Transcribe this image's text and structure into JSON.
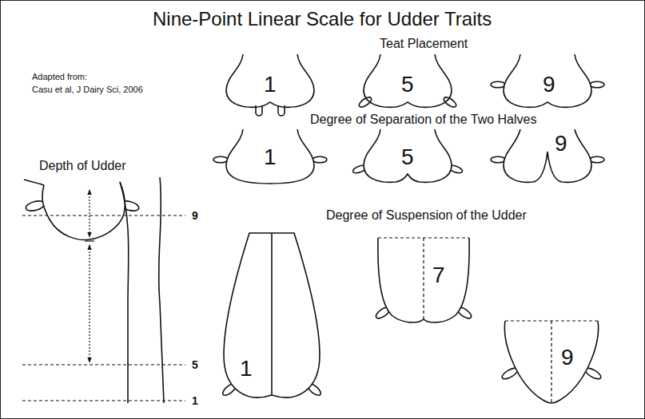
{
  "diagram": {
    "title": "Nine-Point Linear Scale for Udder Traits",
    "labels": [
      "Adapted from:",
      "Casu et al, J Dairy Sci, 2006",
      "Teat Placement",
      "1",
      "5",
      "9",
      "Degree of Separation of the Two Halves",
      "1",
      "5",
      "9",
      "Depth of Udder",
      "9",
      "5",
      "1",
      "Degree of Suspension of the Udder",
      "1",
      "7",
      "9"
    ]
  }
}
